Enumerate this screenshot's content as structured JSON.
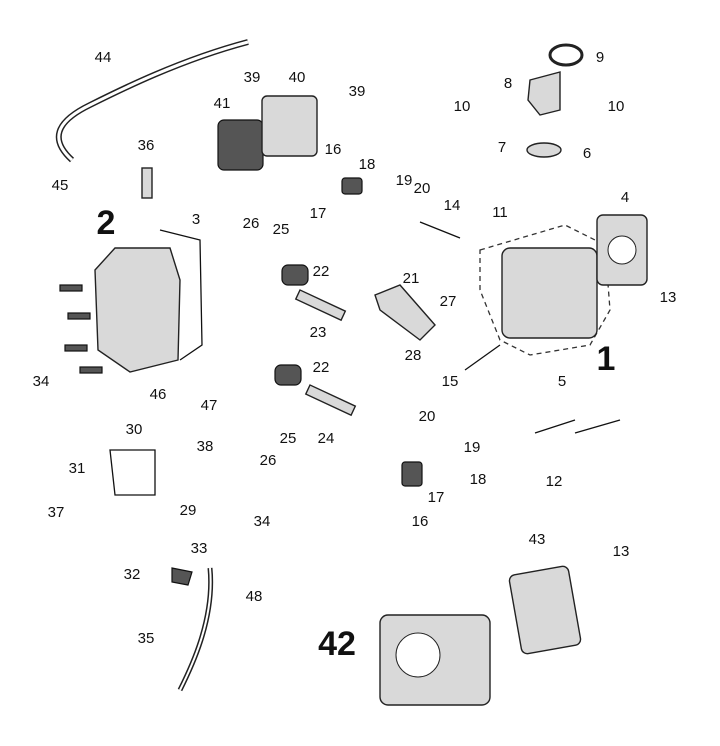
{
  "diagram": {
    "labels": [
      "44",
      "45",
      "36",
      "41",
      "39",
      "40",
      "39",
      "16",
      "18",
      "17",
      "19",
      "20",
      "14",
      "10",
      "9",
      "8",
      "10",
      "7",
      "6",
      "11",
      "4",
      "13",
      "2",
      "3",
      "26",
      "25",
      "22",
      "23",
      "21",
      "27",
      "28",
      "1",
      "15",
      "5",
      "34",
      "46",
      "47",
      "22",
      "25",
      "24",
      "26",
      "30",
      "38",
      "31",
      "20",
      "19",
      "12",
      "18",
      "17",
      "16",
      "29",
      "37",
      "34",
      "33",
      "43",
      "13",
      "32",
      "48",
      "35",
      "42"
    ]
  }
}
